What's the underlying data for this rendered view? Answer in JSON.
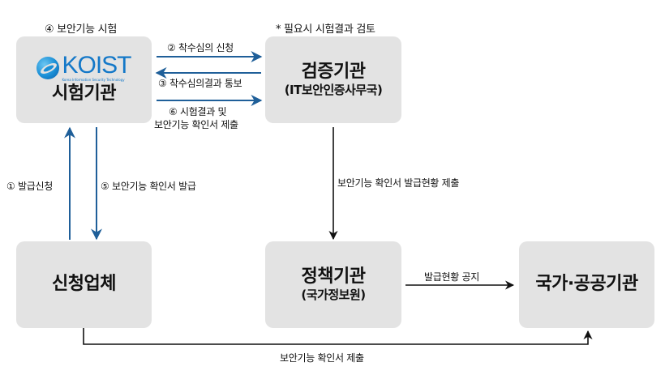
{
  "nodes": {
    "test_lab": {
      "logo_word": "KOIST",
      "logo_tagline": "Korea Information Security Technology",
      "title": "시험기관",
      "caption": "④ 보안기능 시험"
    },
    "verification": {
      "title": "검증기관",
      "subtitle": "(IT보안인증사무국)",
      "caption": "* 필요시 시험결과 검토"
    },
    "applicant": {
      "title": "신청업체"
    },
    "policy": {
      "title": "정책기관",
      "subtitle": "(국가정보원)"
    },
    "public": {
      "title": "국가·공공기관"
    }
  },
  "edges": {
    "request_review": "② 착수심의 신청",
    "review_result": "③ 착수심의결과 통보",
    "submit_results_line1": "⑥ 시험결과 및",
    "submit_results_line2": "보안기능 확인서 제출",
    "apply": "① 발급신청",
    "issue": "⑤ 보안기능 확인서 발급",
    "submit_status": "보안기능 확인서 발급현황 제출",
    "announce": "발급현황 공지",
    "submit_certificate": "보안기능 확인서 제출"
  },
  "colors": {
    "box_fill": "#e3e3e3",
    "blue_arrow": "#1f5f99",
    "black_arrow": "#111111",
    "logo_blue": "#1478c8"
  }
}
